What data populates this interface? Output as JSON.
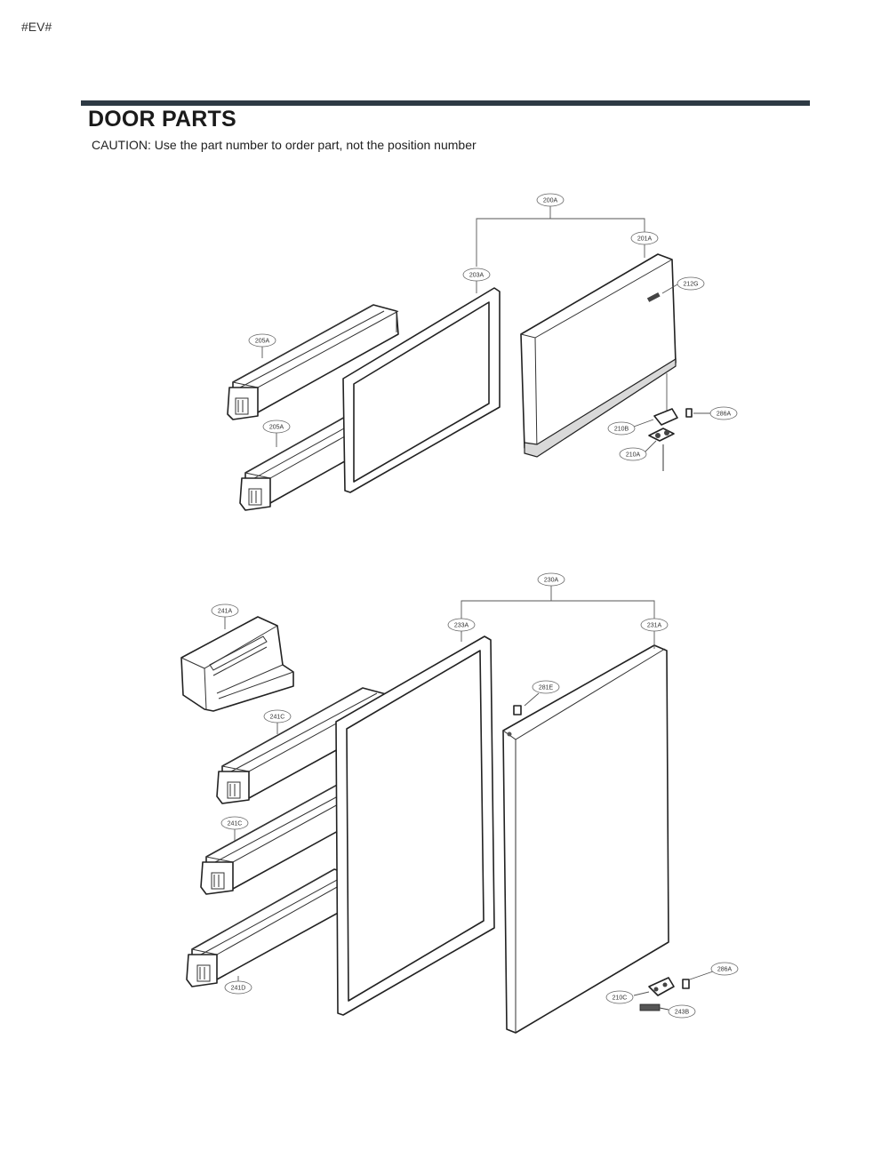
{
  "page": {
    "corner_tag": "#EV#",
    "title": "DOOR PARTS",
    "caution": "CAUTION: Use the part number to order part, not the position number"
  },
  "upper_assembly": {
    "labels": {
      "door_assembly": "200A",
      "door_foam": "201A",
      "gasket": "203A",
      "basket_upper": "205A",
      "basket_lower": "205A",
      "logo": "212G",
      "hinge_cover": "210B",
      "hinge": "210A",
      "cap": "286A"
    }
  },
  "lower_assembly": {
    "labels": {
      "door_assembly": "230A",
      "gasket": "233A",
      "door_foam": "231A",
      "dairy_bin": "241A",
      "basket_1": "241C",
      "basket_2": "241C",
      "basket_3": "241D",
      "plug": "281E",
      "hinge_cover": "210C",
      "cap": "286A",
      "hinge_pin": "243B"
    }
  }
}
